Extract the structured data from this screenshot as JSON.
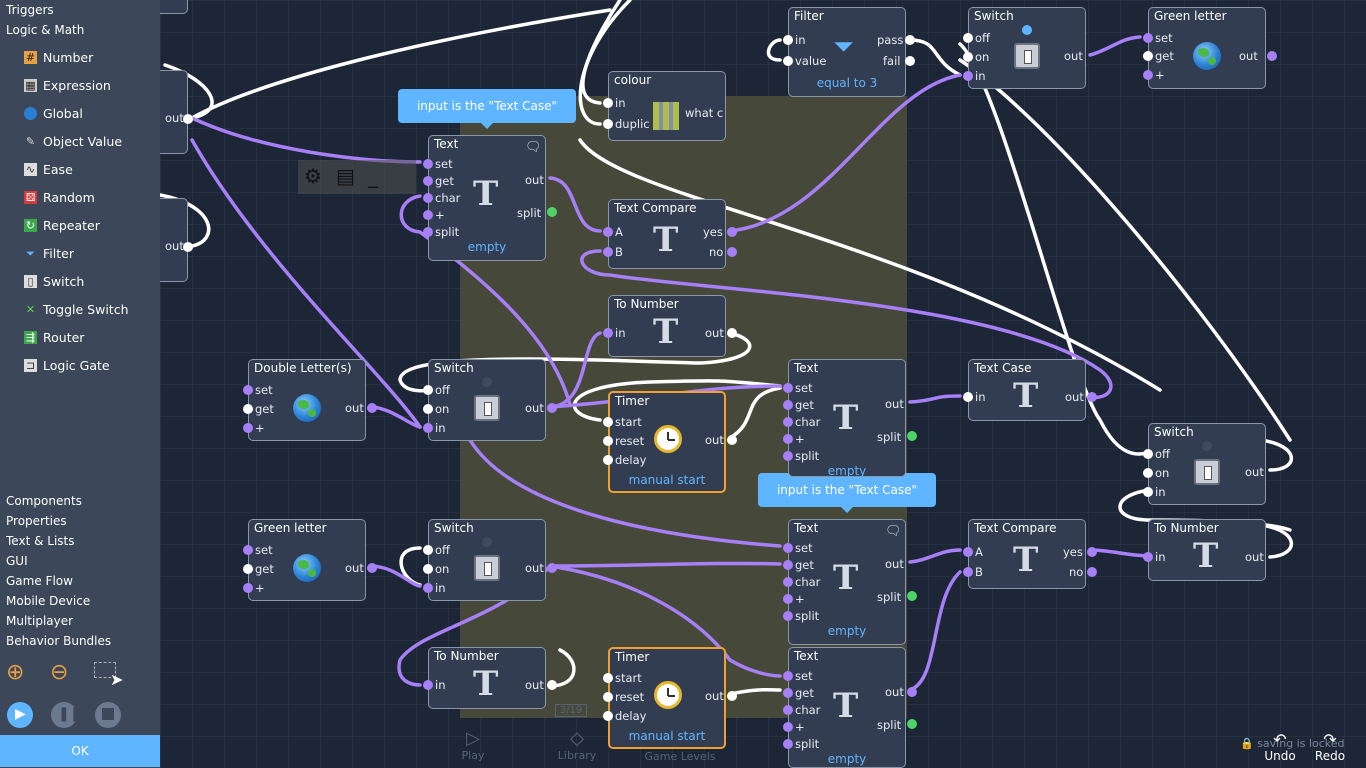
{
  "sidebar": {
    "top_categories": [
      "Triggers",
      "Logic & Math"
    ],
    "items": [
      {
        "label": "Number",
        "icon": "number-icon"
      },
      {
        "label": "Expression",
        "icon": "expression-icon"
      },
      {
        "label": "Global",
        "icon": "globe-icon"
      },
      {
        "label": "Object Value",
        "icon": "object-value-icon"
      },
      {
        "label": "Ease",
        "icon": "ease-icon"
      },
      {
        "label": "Random",
        "icon": "dice-icon"
      },
      {
        "label": "Repeater",
        "icon": "repeater-icon"
      },
      {
        "label": "Filter",
        "icon": "filter-icon"
      },
      {
        "label": "Switch",
        "icon": "switch-icon"
      },
      {
        "label": "Toggle Switch",
        "icon": "toggle-switch-icon"
      },
      {
        "label": "Router",
        "icon": "router-icon"
      },
      {
        "label": "Logic Gate",
        "icon": "logic-gate-icon"
      }
    ],
    "bottom_categories": [
      "Components",
      "Properties",
      "Text & Lists",
      "GUI",
      "Game Flow",
      "Mobile Device",
      "Multiplayer",
      "Behavior Bundles"
    ],
    "ok_label": "OK"
  },
  "callouts": [
    "input is the \"Text Case\"",
    "input is the \"Text Case\""
  ],
  "nodes": {
    "filter": {
      "title": "Filter",
      "in": "in",
      "value": "value",
      "pass": "pass",
      "fail": "fail",
      "sub": "equal to 3"
    },
    "switch_top": {
      "title": "Switch",
      "off": "off",
      "on": "on",
      "in": "in",
      "out": "out"
    },
    "green_letter_top": {
      "title": "Green letter",
      "set": "set",
      "get": "get",
      "plus": "+",
      "out": "out"
    },
    "colour": {
      "title": "colour",
      "in": "in",
      "duplic": "duplic",
      "what": "what c"
    },
    "text1": {
      "title": "Text",
      "set": "set",
      "get": "get",
      "char": "char",
      "plus": "+",
      "split": "split",
      "out": "out",
      "split_out": "split",
      "sub": "empty"
    },
    "text_compare1": {
      "title": "Text Compare",
      "a": "A",
      "b": "B",
      "yes": "yes",
      "no": "no"
    },
    "to_number1": {
      "title": "To Number",
      "in": "in",
      "out": "out"
    },
    "double_letter": {
      "title": "Double Letter(s)",
      "set": "set",
      "get": "get",
      "plus": "+",
      "out": "out"
    },
    "switch_mid": {
      "title": "Switch",
      "off": "off",
      "on": "on",
      "in": "in",
      "out": "out"
    },
    "timer1": {
      "title": "Timer",
      "start": "start",
      "reset": "reset",
      "delay": "delay",
      "out": "out",
      "sub": "manual start"
    },
    "text2": {
      "title": "Text",
      "set": "set",
      "get": "get",
      "char": "char",
      "plus": "+",
      "split": "split",
      "out": "out",
      "split_out": "split",
      "sub": "empty"
    },
    "text_case": {
      "title": "Text Case",
      "in": "in",
      "out": "out"
    },
    "switch_right": {
      "title": "Switch",
      "off": "off",
      "on": "on",
      "in": "in",
      "out": "out"
    },
    "green_letter_bottom": {
      "title": "Green letter",
      "set": "set",
      "get": "get",
      "plus": "+",
      "out": "out"
    },
    "switch_bottom": {
      "title": "Switch",
      "off": "off",
      "on": "on",
      "in": "in",
      "out": "out"
    },
    "text3": {
      "title": "Text",
      "set": "set",
      "get": "get",
      "char": "char",
      "plus": "+",
      "split": "split",
      "out": "out",
      "split_out": "split",
      "sub": "empty"
    },
    "text_compare2": {
      "title": "Text Compare",
      "a": "A",
      "b": "B",
      "yes": "yes",
      "no": "no"
    },
    "to_number_right": {
      "title": "To Number",
      "in": "in",
      "out": "out"
    },
    "to_number_bottom": {
      "title": "To Number",
      "in": "in",
      "out": "out"
    },
    "timer2": {
      "title": "Timer",
      "start": "start",
      "reset": "reset",
      "delay": "delay",
      "out": "out",
      "sub": "manual start"
    },
    "text4": {
      "title": "Text",
      "set": "set",
      "get": "get",
      "char": "char",
      "plus": "+",
      "split": "split",
      "out": "out",
      "split_out": "split",
      "sub": "empty"
    },
    "left_out1": {
      "out": "out"
    },
    "left_out2": {
      "out": "out"
    }
  },
  "bottom_bar": {
    "play": "Play",
    "library": "Library",
    "game_levels": "Game Levels",
    "page": "3/19",
    "locked": "saving is locked",
    "undo": "Undo",
    "redo": "Redo"
  },
  "colors": {
    "accent": "#5fb5ff",
    "wire_purple": "#a77ff6",
    "wire_white": "#ffffff",
    "timer_border": "#f0a030",
    "split_green": "#4fd26a"
  }
}
